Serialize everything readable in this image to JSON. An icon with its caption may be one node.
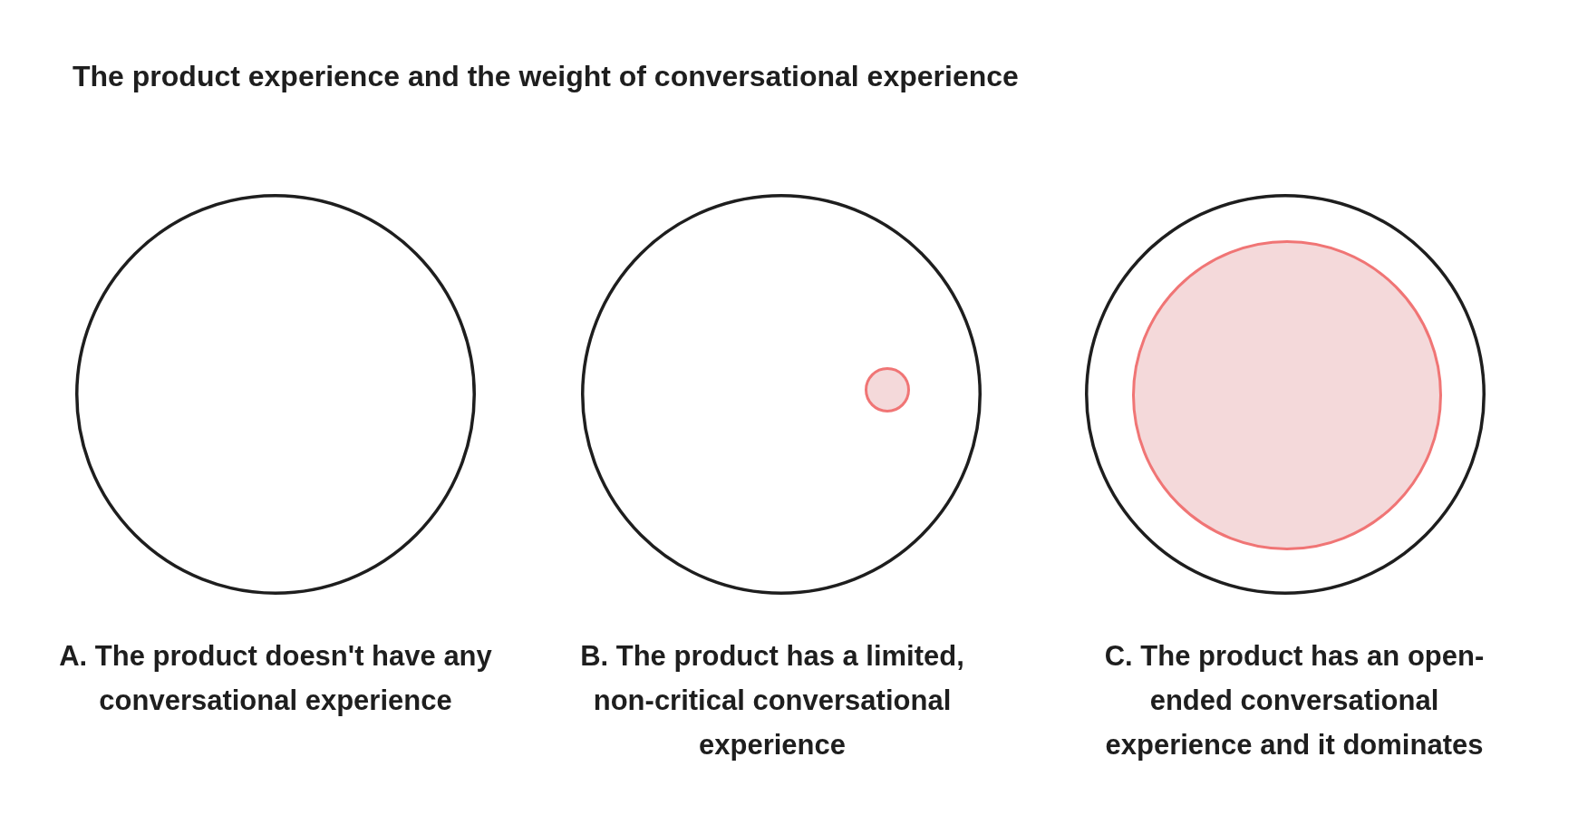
{
  "diagram": {
    "title": "The product experience and the weight of conversational experience",
    "nodes": [
      {
        "text": [],
        "shape": "circle",
        "beside": [
          "A. The product doesn't have any conversational experience"
        ]
      },
      {
        "text": [],
        "shape": "circle",
        "beside": [
          "B. The product has a limited, non-critical conversational experience"
        ]
      },
      {
        "text": [],
        "shape": "circle",
        "in": 1
      },
      {
        "text": [],
        "shape": "circle",
        "beside": [
          "C. The product has an open-ended conversational experience and it dominates"
        ]
      },
      {
        "text": [],
        "shape": "circle",
        "in": 3
      }
    ]
  }
}
